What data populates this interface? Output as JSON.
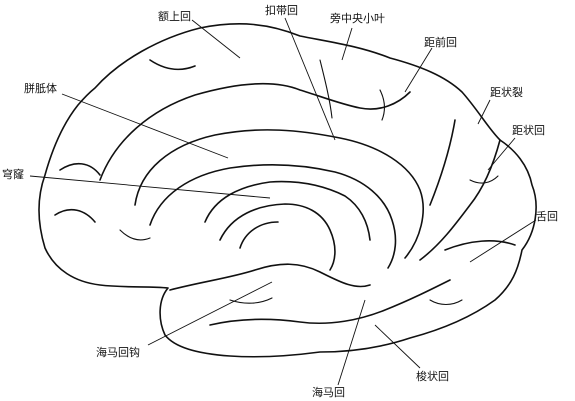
{
  "labels": {
    "superior_frontal_gyrus": "额上回",
    "cingulate_gyrus": "扣带回",
    "paracentral_lobule": "旁中央小叶",
    "precuneus": "距前回",
    "corpus_callosum": "胼胝体",
    "calcarine_sulcus": "距状裂",
    "calcarine_gyrus": "距状回",
    "septum_pellucidum": "穹窿",
    "lingual_gyrus": "舌回",
    "uncus": "海马回钩",
    "parahippocampal_gyrus": "海马回",
    "fusiform_gyrus": "梭状回"
  }
}
